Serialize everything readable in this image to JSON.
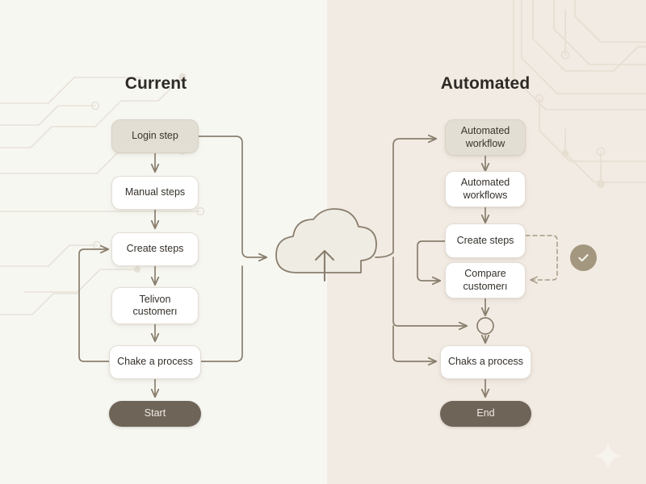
{
  "diagram": {
    "title_left": "Current",
    "title_right": "Automated",
    "accent_color": "#a3977f",
    "terminal_color": "#6f6458",
    "edge_color": "#8a7f6e",
    "panel_left_bg": "#f7f7f2",
    "panel_right_bg": "#f2ebe3"
  },
  "left_flow": {
    "nodes": [
      {
        "id": "login-step",
        "label": "Login step",
        "style": "accent"
      },
      {
        "id": "manual-steps",
        "label": "Manual steps",
        "style": "plain"
      },
      {
        "id": "create-steps",
        "label": "Create steps",
        "style": "plain"
      },
      {
        "id": "telivon-customer",
        "label": "Telivon\ncustomerı",
        "style": "plain"
      },
      {
        "id": "chake-a-process",
        "label": "Chake a process",
        "style": "plain"
      },
      {
        "id": "start",
        "label": "Start",
        "style": "terminal"
      }
    ]
  },
  "right_flow": {
    "nodes": [
      {
        "id": "automated-workflow",
        "label": "Automated\nworkflow",
        "style": "accent"
      },
      {
        "id": "automated-workflows",
        "label": "Automated\nworkflows",
        "style": "plain"
      },
      {
        "id": "create-steps-2",
        "label": "Create steps",
        "style": "plain"
      },
      {
        "id": "compare-customer",
        "label": "Compare\ncustomerı",
        "style": "plain"
      },
      {
        "id": "chaks-a-process",
        "label": "Chaks a process",
        "style": "plain"
      },
      {
        "id": "end",
        "label": "End",
        "style": "terminal"
      }
    ],
    "junction_label": "",
    "badge": "check-icon"
  },
  "center": {
    "cloud_icon": "cloud-upload-icon"
  },
  "decor": {
    "sparkle_icon": "sparkle-icon",
    "circuit_pattern": "circuit-traces"
  }
}
